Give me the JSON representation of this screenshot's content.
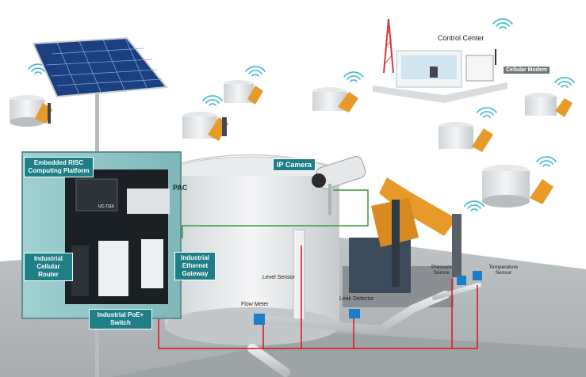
{
  "labels": {
    "control_center": "Control Center",
    "cellular_modem": "Cellular Modem",
    "ip_camera": "IP Camera",
    "pac": "PAC",
    "risc": "Embedded RISC Computing Platform",
    "cellular_router": "Industrial Cellular Router",
    "ethernet_gateway": "Industrial Ethernet Gateway",
    "poe_switch": "Industrial PoE+ Switch",
    "level_sensor": "Level Sensor",
    "flow_meter": "Flow Meter",
    "leak_detector": "Leak Detector",
    "pressure_sensor": "Pressure Sensor",
    "temperature_sensor": "Temperature Sensor",
    "device_model": "UC-7116"
  },
  "colors": {
    "teal_label": "#1f7f86",
    "enclosure": "#8fc3c5",
    "wire_red": "#d8141e",
    "wire_green": "#2e9a3e",
    "wire_blue": "#2e7fd0",
    "wifi": "#35b8d8",
    "pumpjack_orange": "#e79a2a"
  }
}
